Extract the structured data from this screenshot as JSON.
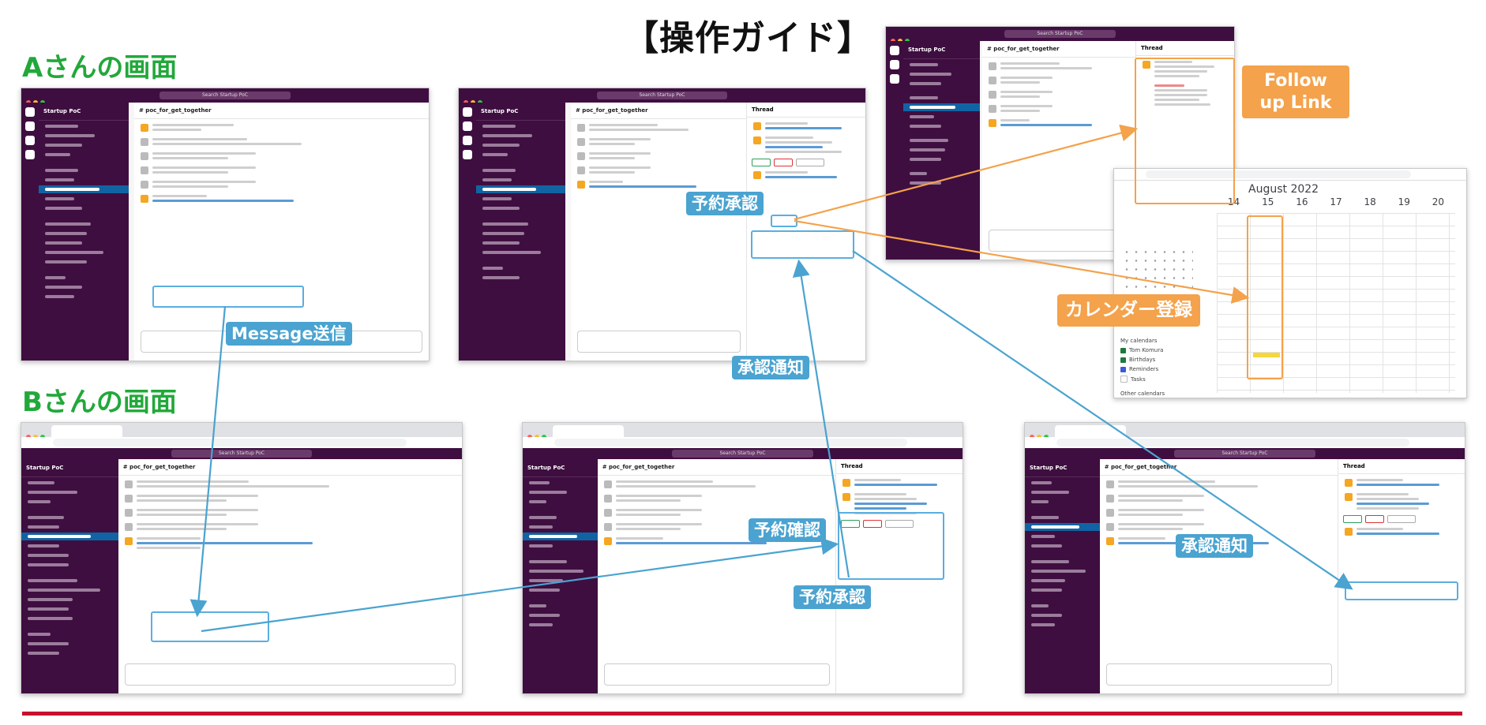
{
  "title": "【操作ガイド】",
  "sections": {
    "a_label": "Aさんの画面",
    "b_label": "Bさんの画面"
  },
  "workspace_name": "Startup PoC",
  "channel": "# poc_for_get_together",
  "thread_label": "Thread",
  "search_placeholder": "Search Startup PoC",
  "calendar": {
    "month": "August 2022",
    "days": [
      "14",
      "15",
      "16",
      "17",
      "18",
      "19",
      "20"
    ],
    "my_calendars_label": "My calendars",
    "calendars": [
      {
        "name": "Tom Komura",
        "color": "#1e7a3c"
      },
      {
        "name": "Birthdays",
        "color": "#1e7a3c"
      },
      {
        "name": "Reminders",
        "color": "#3b5bdb"
      },
      {
        "name": "Tasks",
        "color": "#e3e3e3"
      }
    ],
    "other_calendars_label": "Other calendars"
  },
  "callouts": {
    "message_send": "Message送信",
    "reserve_approve": "予約承認",
    "approve_notice": "承認通知",
    "follow_up": "Follow up Link",
    "calendar_register": "カレンダー登録",
    "reserve_confirm": "予約確認",
    "reserve_approve_b": "予約承認",
    "approve_notice_b": "承認通知"
  },
  "colors": {
    "slack_purple": "#3f0e40",
    "callout_blue": "#4aa3d0",
    "callout_orange": "#f4a24b",
    "section_green": "#22a83a",
    "bottom_rule": "#c8102e"
  }
}
